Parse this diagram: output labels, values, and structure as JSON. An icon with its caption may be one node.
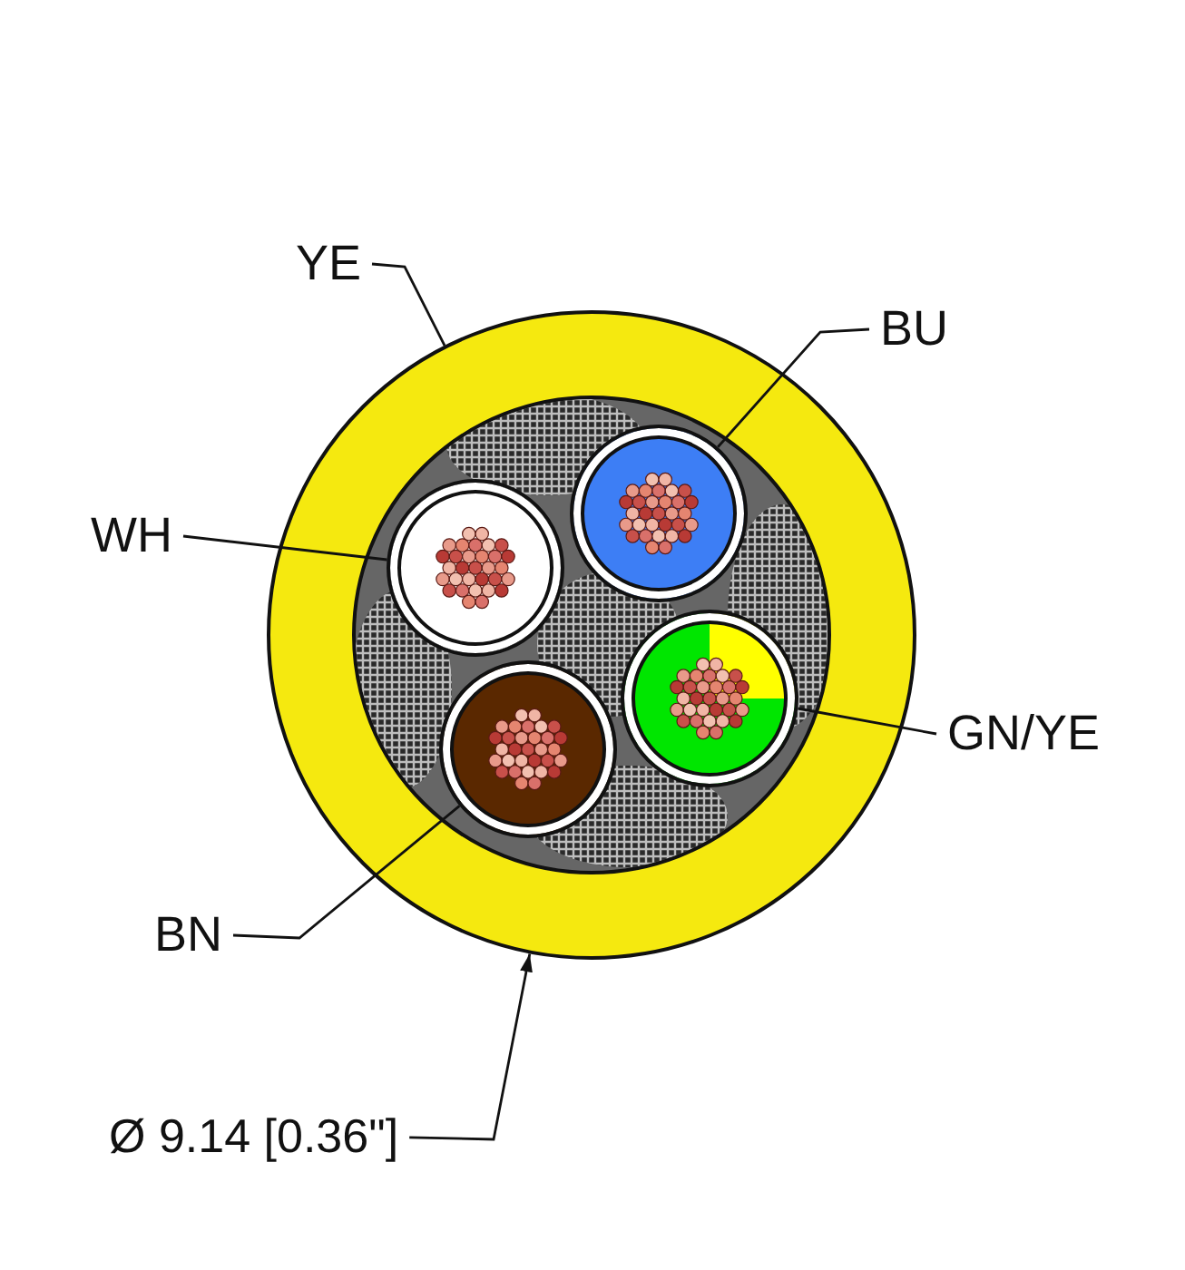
{
  "diagram": {
    "nodes": [
      {
        "text": [
          "YE"
        ]
      },
      {
        "text": [],
        "shape": "circle"
      },
      {
        "text": [
          "BU"
        ]
      },
      {
        "text": [],
        "shape": "circle",
        "in": 1
      },
      {
        "text": [
          "WH"
        ]
      },
      {
        "text": [],
        "shape": "circle",
        "in": 1
      },
      {
        "text": [
          "GN/YE"
        ]
      },
      {
        "text": [],
        "shape": "circle",
        "in": 1
      },
      {
        "text": [
          "BN"
        ]
      },
      {
        "text": [],
        "shape": "circle",
        "in": 1
      },
      {
        "text": [
          "Ø 9.14 [0.36\"]"
        ]
      }
    ],
    "edges": [
      {
        "from": 0,
        "to": 1,
        "arrow": "none"
      },
      {
        "from": 2,
        "to": 3,
        "arrow": "none"
      },
      {
        "from": 4,
        "to": 5,
        "arrow": "none"
      },
      {
        "from": 6,
        "to": 7,
        "arrow": "none"
      },
      {
        "from": 8,
        "to": 9,
        "arrow": "none"
      },
      {
        "from": 10,
        "to": 1,
        "arrow": "to"
      }
    ]
  }
}
